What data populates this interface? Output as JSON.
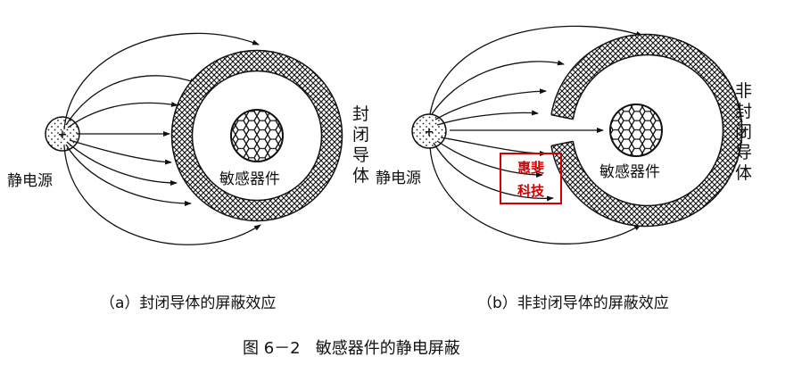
{
  "panel_a": {
    "source_label": "静电源",
    "sensor_label": "敏感器件",
    "conductor_label": [
      "封",
      "闭",
      "导",
      "体"
    ],
    "caption": "（a）封闭导体的屏蔽效应"
  },
  "panel_b": {
    "source_label": "静电源",
    "sensor_label": "敏感器件",
    "conductor_label": [
      "非",
      "封",
      "闭",
      "导",
      "体"
    ],
    "caption": "（b）非封闭导体的屏蔽效应"
  },
  "figure_caption": "图 6－2   敏感器件的静电屏蔽",
  "watermark": {
    "line1": "惠斐",
    "line2": "科技",
    "color": "#d40000"
  }
}
